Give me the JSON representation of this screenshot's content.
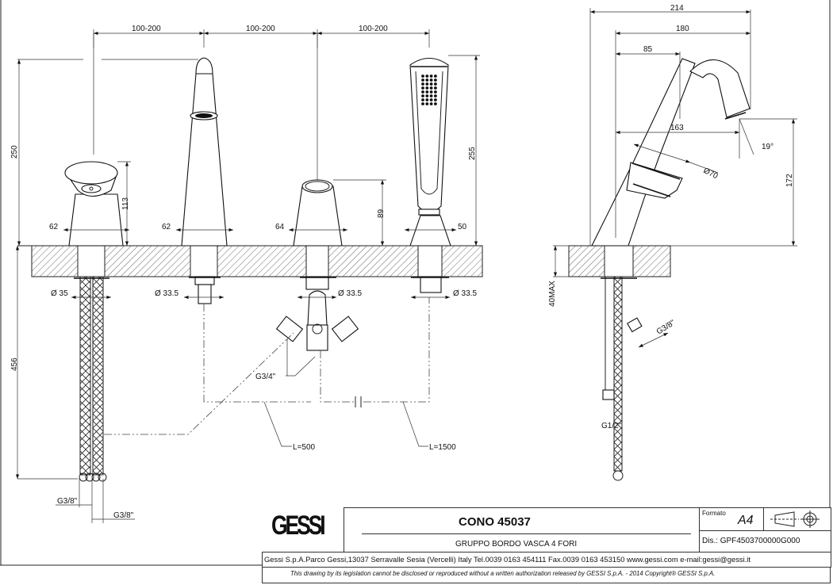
{
  "drawing": {
    "spacing_labels": [
      "100-200",
      "100-200",
      "100-200"
    ],
    "heights": {
      "total": "250",
      "handle": "113",
      "diverter": "89",
      "shower": "255",
      "below_deck": "456"
    },
    "base_widths": {
      "handle": "62",
      "spout": "62",
      "diverter": "64",
      "shower": "50"
    },
    "diameters": {
      "handle": "Ø 35",
      "spout": "Ø 33.5",
      "diverter": "Ø 33.5",
      "shower": "Ø 33.5"
    },
    "threads": {
      "inlet_left": "G3/8\"",
      "inlet_right": "G3/8\"",
      "diverter": "G3/4\"",
      "side_connector": "G3/8\"",
      "side_hose": "G1/2\""
    },
    "hoses": {
      "short": "L=500",
      "long": "L=1500"
    },
    "side_view": {
      "overall_width": "214",
      "width_180": "180",
      "width_85": "85",
      "reach": "163",
      "height": "172",
      "angle": "19°",
      "diameter": "Ø70",
      "deck_max": "40MAX"
    }
  },
  "title_block": {
    "brand": "GESSI",
    "product": "CONO 45037",
    "description": "GRUPPO BORDO VASCA 4 FORI",
    "format_label": "Formato",
    "format_value": "A4",
    "drawing_number": "Dis.: GPF4503700000G000",
    "address": "Gessi S.p.A.Parco Gessi,13037 Serravalle Sesia (Vercelli) Italy Tel.0039 0163 454111 Fax.0039 0163 453150 www.gessi.com e-mail:gessi@gessi.it",
    "copyright": "This drawing by its legislation cannot be disclosed or reproduced without a written authorization released by GESSI S.p.A. - 2014 Copyright® GESSI S.p.A."
  }
}
